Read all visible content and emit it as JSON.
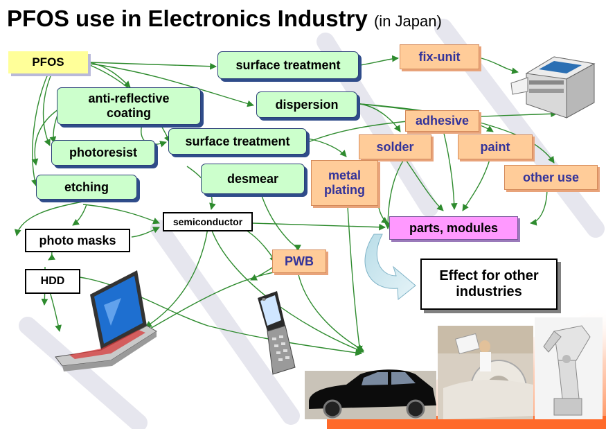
{
  "title": {
    "main": "PFOS use in Electronics Industry",
    "sub": "(in Japan)"
  },
  "nodes": {
    "pfos": "PFOS",
    "surface_treatment_top": "surface treatment",
    "fix_unit": "fix-unit",
    "anti_reflective_line1": "anti-reflective",
    "anti_reflective_line2": "coating",
    "dispersion": "dispersion",
    "adhesive": "adhesive",
    "photoresist": "photoresist",
    "surface_treatment_mid": "surface treatment",
    "solder": "solder",
    "paint": "paint",
    "desmear": "desmear",
    "metal_plating_line1": "metal",
    "metal_plating_line2": "plating",
    "other_use": "other use",
    "etching": "etching",
    "semiconductor": "semiconductor",
    "parts_modules": "parts, modules",
    "photo_masks": "photo masks",
    "pwb": "PWB",
    "hdd": "HDD",
    "effect_line1": "Effect for other",
    "effect_line2": "industries"
  },
  "images": [
    "printer",
    "laptop",
    "mobile-phone",
    "car",
    "medical-scanner",
    "industrial-robot"
  ],
  "colors": {
    "green_box": "#ccffcc",
    "orange_box": "#ffcc99",
    "orange_text": "#33339a",
    "yellow_box": "#ffff99",
    "pink_box": "#ff99ff",
    "arrow": "#2e8b2e",
    "orange_band": "#ff6a2a"
  }
}
